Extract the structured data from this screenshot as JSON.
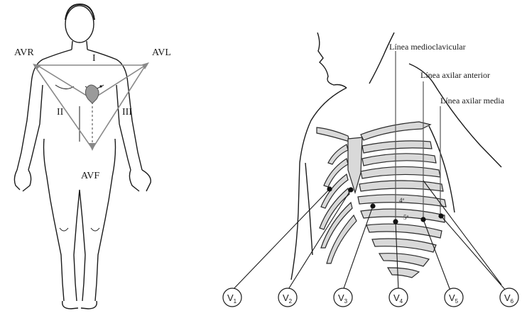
{
  "einthoven": {
    "leads": {
      "avr": "AVR",
      "avl": "AVL",
      "avf": "AVF",
      "i": "I",
      "ii": "II",
      "iii": "III"
    }
  },
  "chest": {
    "reference_lines": {
      "midclavicular": "Línea medioclavicular",
      "anterior_axillary": "Línea axilar anterior",
      "mid_axillary": "Línea axilar media"
    },
    "intercostal_labels": {
      "fourth": "4ª",
      "fifth": "5ª"
    },
    "electrodes": [
      {
        "letter": "V",
        "sub": "1"
      },
      {
        "letter": "V",
        "sub": "2"
      },
      {
        "letter": "V",
        "sub": "3"
      },
      {
        "letter": "V",
        "sub": "4"
      },
      {
        "letter": "V",
        "sub": "5"
      },
      {
        "letter": "V",
        "sub": "6"
      }
    ]
  },
  "colors": {
    "ink": "#1a1a1a",
    "rib_fill": "#d9d9d9",
    "lead_lines": "#888888"
  }
}
